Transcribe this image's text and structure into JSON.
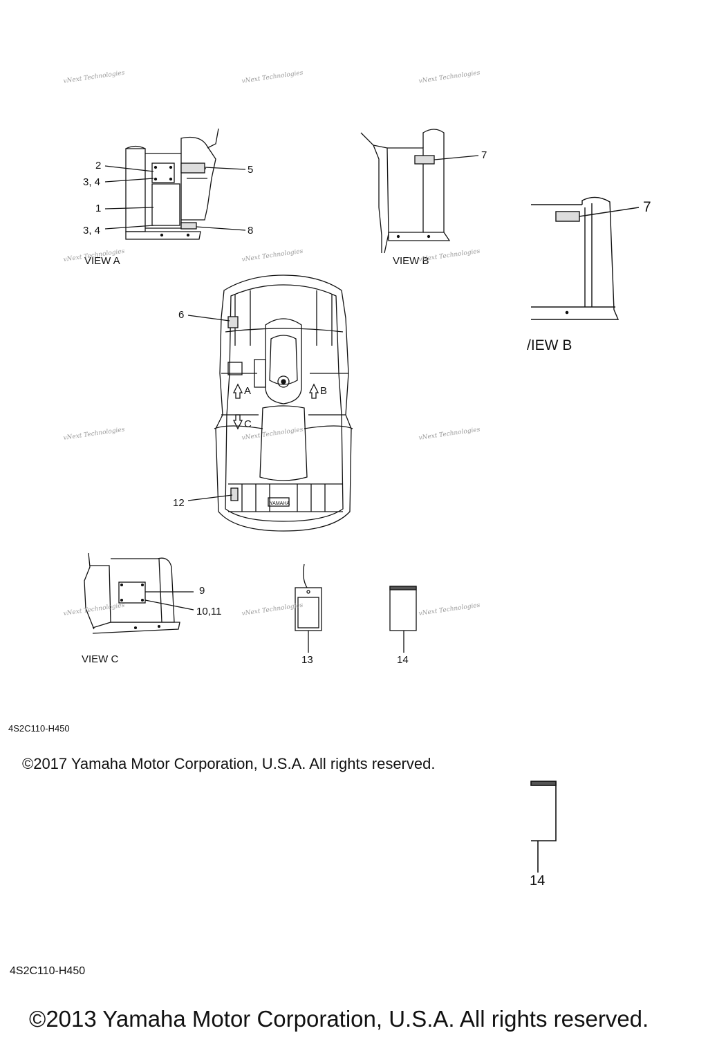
{
  "callouts": {
    "c1": "1",
    "c2": "2",
    "c34a": "3, 4",
    "c34b": "3, 4",
    "c5": "5",
    "c6": "6",
    "c7a": "7",
    "c7b": "7",
    "c8": "8",
    "c9": "9",
    "c1011": "10,11",
    "c12": "12",
    "c13": "13",
    "c14a": "14",
    "c14b": "14"
  },
  "views": {
    "view_a": "VIEW A",
    "view_b": "VIEW B",
    "view_b_large": "/IEW B",
    "view_c": "VIEW C"
  },
  "direction_markers": {
    "a": "A",
    "b": "B",
    "c": "C"
  },
  "watermark": "vNext Technologies",
  "plate_text": "YAMAHA",
  "footer": {
    "code_small": "4S2C110-H450",
    "copyright_2017": "©2017 Yamaha Motor Corporation, U.S.A. All rights reserved.",
    "code_large": "4S2C110-H450",
    "copyright_2013": "©2013 Yamaha Motor Corporation, U.S.A. All rights reserved."
  }
}
